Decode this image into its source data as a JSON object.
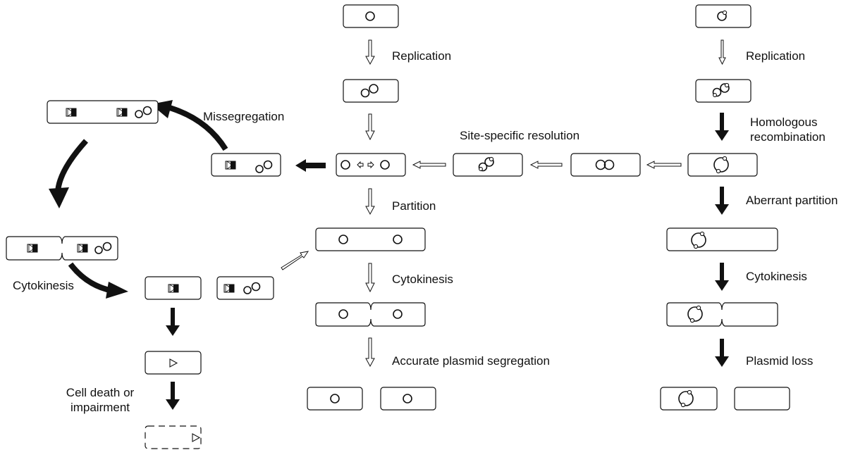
{
  "labels": {
    "replication_middle": "Replication",
    "replication_right": "Replication",
    "missegregation": "Missegregation",
    "site_specific_resolution": "Site-specific resolution",
    "homologous_recombination_line1": "Homologous",
    "homologous_recombination_line2": "recombination",
    "partition": "Partition",
    "aberrant_partition": "Aberrant partition",
    "cytokinesis_left": "Cytokinesis",
    "cytokinesis_middle": "Cytokinesis",
    "cytokinesis_right": "Cytokinesis",
    "accurate_segregation": "Accurate plasmid segregation",
    "plasmid_loss": "Plasmid loss",
    "cell_death_line1": "Cell death or",
    "cell_death_line2": "impairment"
  },
  "colors": {
    "stroke": "#111111",
    "fill": "#ffffff",
    "arrow_solid": "#111111"
  }
}
